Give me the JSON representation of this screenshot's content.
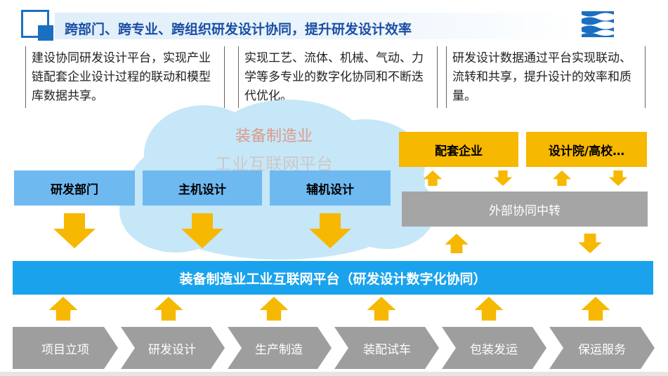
{
  "header": {
    "title": "跨部门、跨专业、跨组织研发设计协同，提升研发设计效率"
  },
  "text_boxes": [
    "建设协同研发设计平台，实现产业链配套企业设计过程的联动和模型库数据共享。",
    "实现工艺、流体、机械、气动、力学等多专业的数字化协同和不断迭代优化。",
    "研发设计数据通过平台实现联动、流转和共享，提升设计的效率和质量。"
  ],
  "cloud": {
    "line1": "装备制造业",
    "line2": "工业互联网平台"
  },
  "departments": [
    "研发部门",
    "主机设计",
    "辅机设计"
  ],
  "external": {
    "partners": [
      "配套企业",
      "设计院/高校…"
    ],
    "hub": "外部协同中转"
  },
  "platform": {
    "label": "装备制造业工业互联网平台（研发设计数字化协同）"
  },
  "process_steps": [
    "项目立项",
    "研发设计",
    "生产制造",
    "装配试车",
    "包装发运",
    "保运服务"
  ],
  "colors": {
    "header_text": "#1c4fa3",
    "logo_blue": "#1b6fc0",
    "dept_blue": "#6fb9f1",
    "platform_blue": "#1aa3ec",
    "cloud_blue": "#c6e7f8",
    "arrow_orange": "#f6b800",
    "hub_gray": "#a5a5a5",
    "step_gray": "#9e9e9e"
  }
}
